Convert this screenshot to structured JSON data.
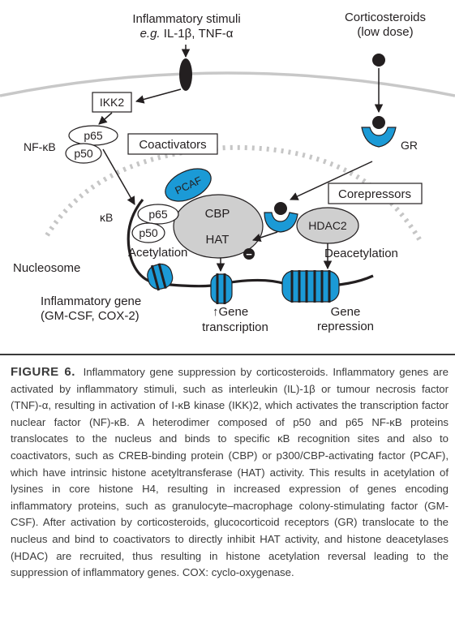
{
  "labels": {
    "stimuli_title": "Inflammatory stimuli",
    "stimuli_eg": "e.g.",
    "stimuli_examples": " IL-1β, TNF-α",
    "cortico_title": "Corticosteroids",
    "cortico_dose": "(low dose)",
    "ikk2": "IKK2",
    "p65": "p65",
    "p50": "p50",
    "nfkb": "NF-κB",
    "coactivators": "Coactivators",
    "gr": "GR",
    "pcaf": "PCAF",
    "cbp": "CBP",
    "hat": "HAT",
    "corepressors": "Corepressors",
    "hdac2": "HDAC2",
    "kb": "κB",
    "acetylation": "Acetylation",
    "deacetylation": "Deacetylation",
    "minus": "−",
    "nucleosome": "Nucleosome",
    "inflam_gene_line1": "Inflammatory gene",
    "inflam_gene_line2": "(GM-CSF, COX-2)",
    "gene_transcription_line1": "↑Gene",
    "gene_transcription_line2": "transcription",
    "gene_repression_line1": "Gene",
    "gene_repression_line2": "repression"
  },
  "caption": {
    "figure_label": "FIGURE 6.",
    "text": "Inflammatory gene suppression by corticosteroids. Inflammatory genes are activated by inflammatory stimuli, such as interleukin (IL)-1β or tumour necrosis factor (TNF)-α, resulting in activation of I-κB kinase (IKK)2, which activates the transcription factor nuclear factor (NF)-κB. A heterodimer composed of p50 and p65 NF-κB proteins translocates to the nucleus and binds to specific κB recognition sites and also to coactivators, such as CREB-binding protein (CBP) or p300/CBP-activating factor (PCAF), which have intrinsic histone acetyltransferase (HAT) activity. This results in acetylation of lysines in core histone H4, resulting in increased expression of genes encoding inflammatory proteins, such as granulocyte–macrophage colony-stimulating factor (GM-CSF). After activation by corticosteroids, glucocorticoid receptors (GR) translocate to the nucleus and bind to coactivators to directly inhibit HAT activity, and histone deacetylases (HDAC) are recruited, thus resulting in histone acetylation reversal leading to the suppression of inflammatory genes. COX: cyclo-oxygenase."
  },
  "colors": {
    "accent_blue": "#1b9ad6",
    "protein_gray": "#cfcfcf",
    "membrane_gray": "#c8c8c8",
    "ink": "#231f20"
  }
}
